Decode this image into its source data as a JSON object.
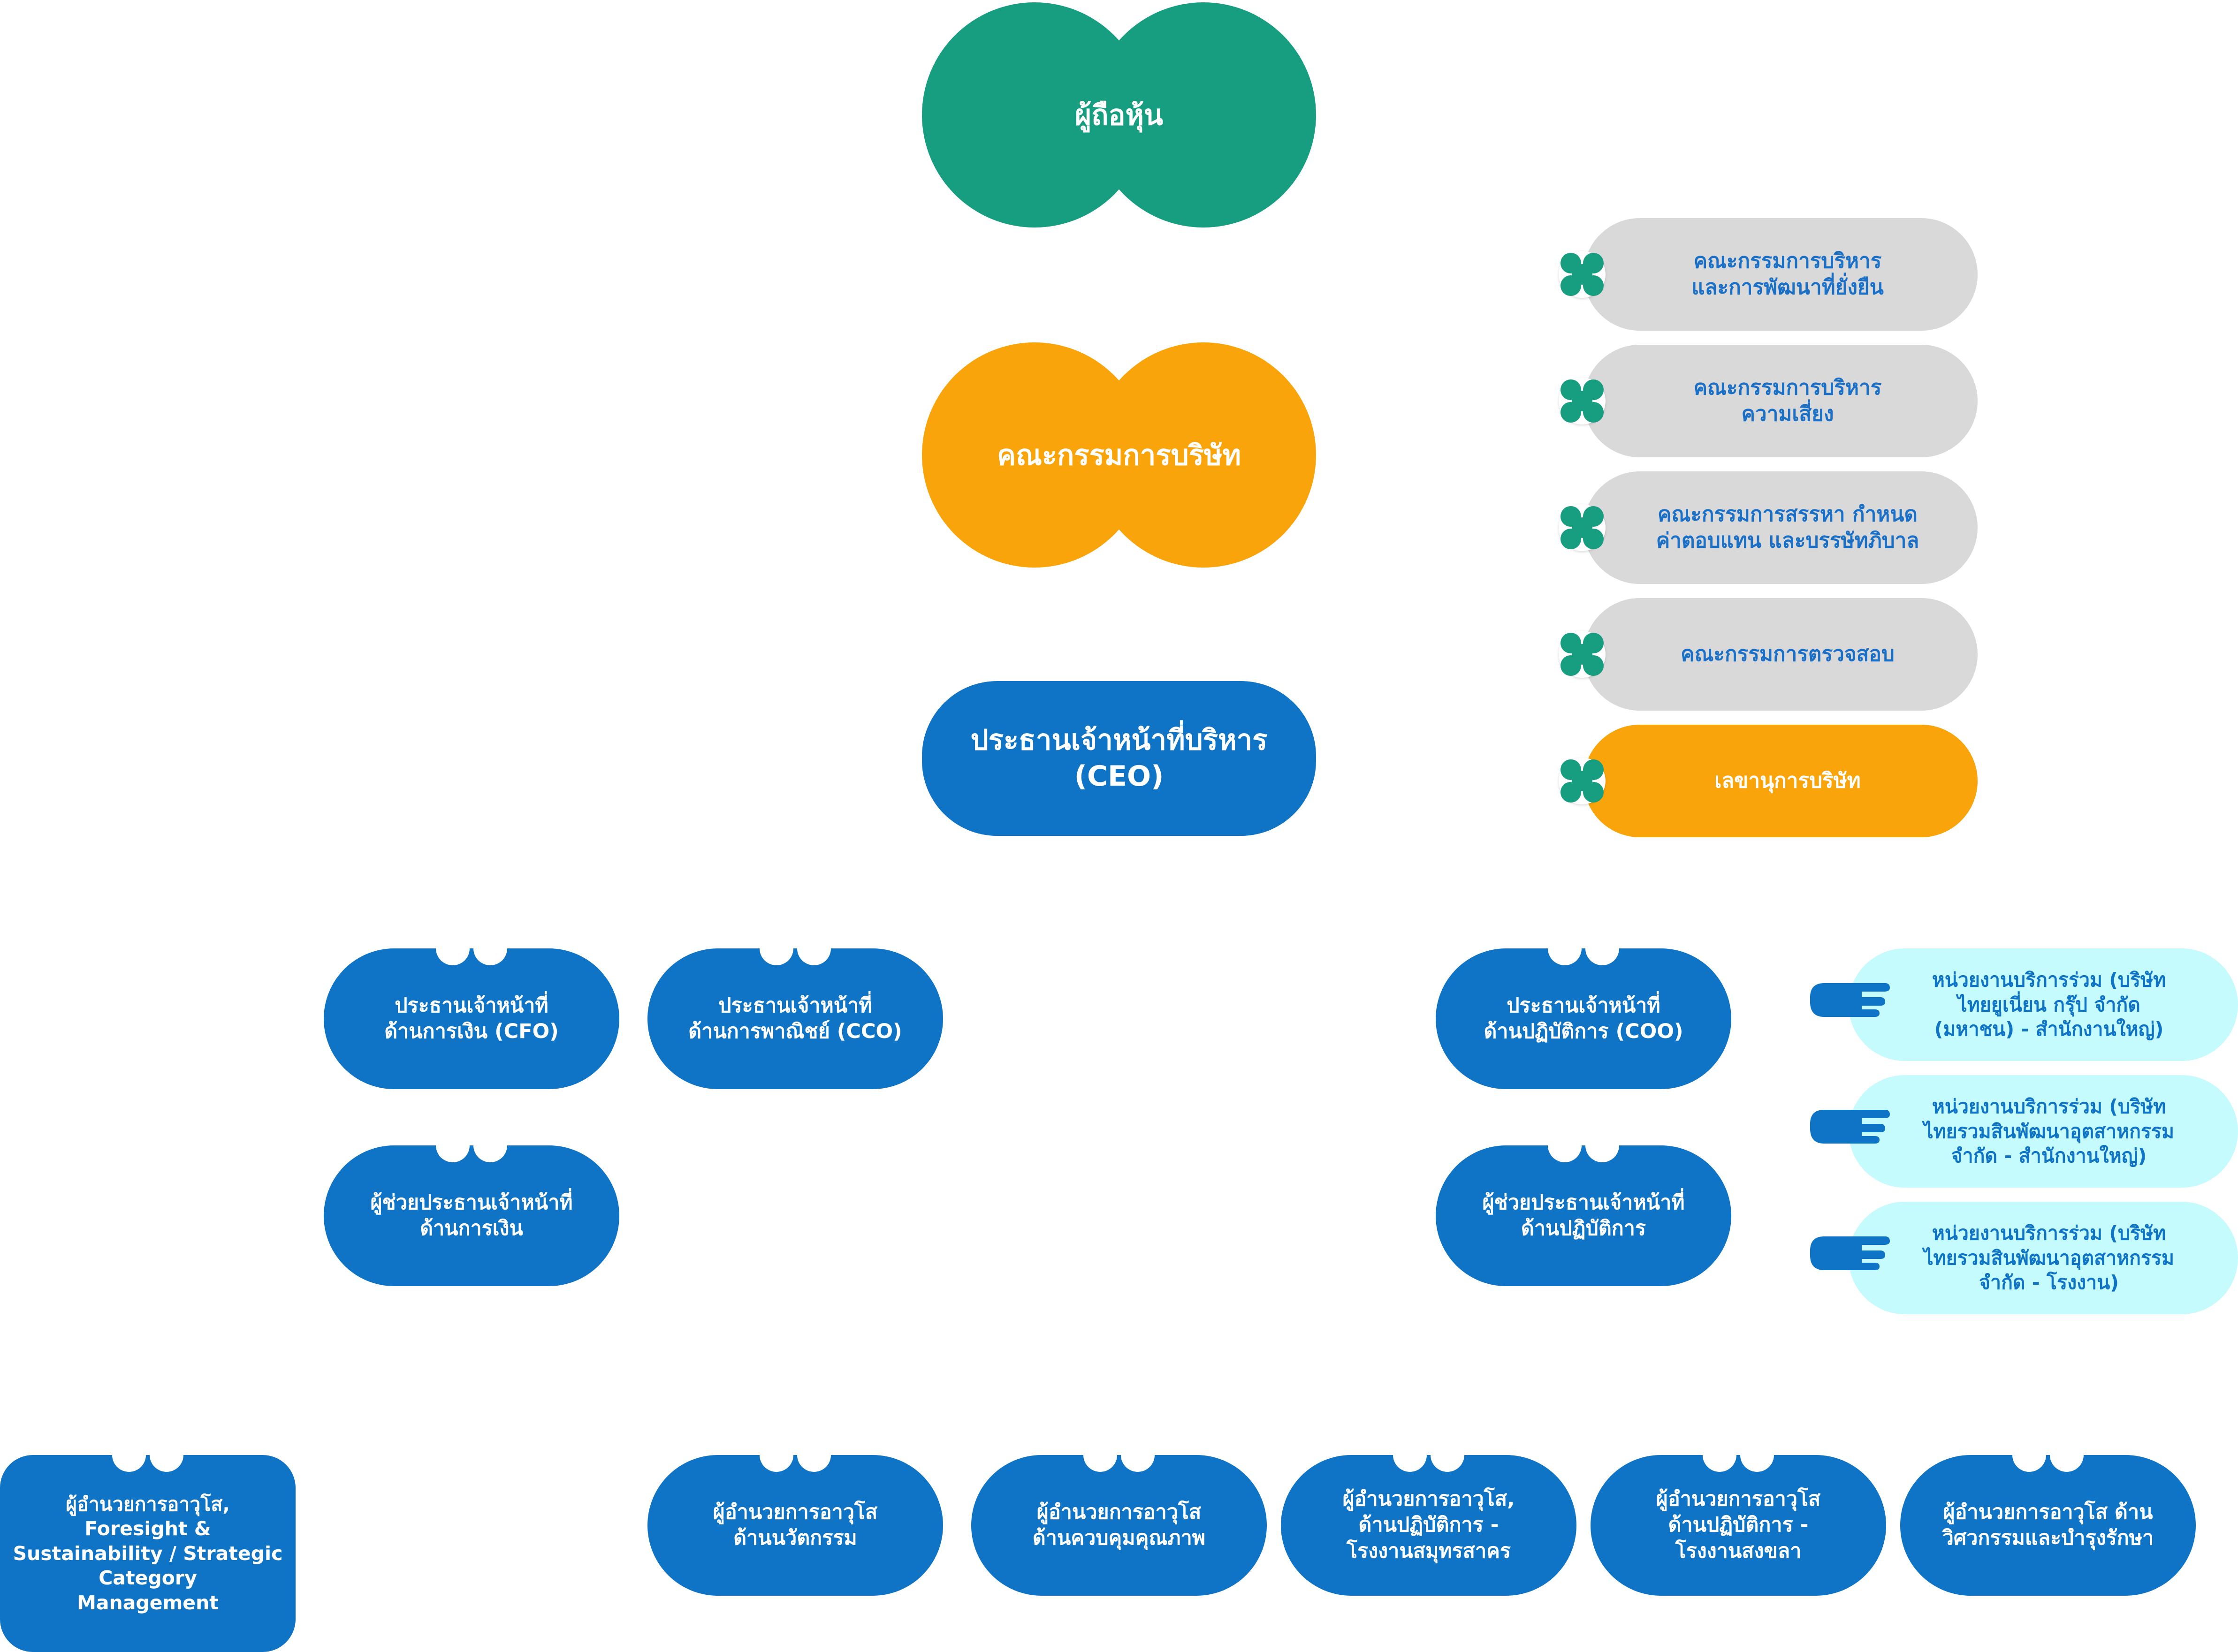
{
  "colors": {
    "shareholders": "#179e80",
    "board": "#f9a40a",
    "executive_blue": "#0f73c6",
    "committee_gray": "#d9d9d9",
    "committee_text": "#1a6fc7",
    "secretary_gold": "#f9a40a",
    "shared_services_cyan": "#c6fbfd"
  },
  "top": {
    "shareholders": "ผู้ถือหุ้น",
    "board": "คณะกรรมการบริษัท",
    "ceo": "ประธานเจ้าหน้าที่บริหาร\n(CEO)"
  },
  "committees": [
    {
      "label": "คณะกรรมการบริหาร\nและการพัฒนาที่ยั่งยืน",
      "icon": "clover-icon"
    },
    {
      "label": "คณะกรรมการบริหาร\nความเสี่ยง",
      "icon": "clover-icon"
    },
    {
      "label": "คณะกรรมการสรรหา กำหนด\nค่าตอบแทน และบรรษัทภิบาล",
      "icon": "clover-icon"
    },
    {
      "label": "คณะกรรมการตรวจสอบ",
      "icon": "clover-icon"
    },
    {
      "label": "เลขานุการบริษัท",
      "icon": "clover-icon"
    }
  ],
  "chiefs": {
    "cfo": "ประธานเจ้าหน้าที่\nด้านการเงิน (CFO)",
    "cco": "ประธานเจ้าหน้าที่\nด้านการพาณิชย์ (CCO)",
    "coo": "ประธานเจ้าหน้าที่\nด้านปฏิบัติการ (COO)",
    "asst_cfo": "ผู้ช่วยประธานเจ้าหน้าที่\nด้านการเงิน",
    "asst_coo": "ผู้ช่วยประธานเจ้าหน้าที่\nด้านปฏิบัติการ"
  },
  "shared_services": [
    {
      "label": "หน่วยงานบริการร่วม (บริษัท\nไทยยูเนี่ยน กรุ๊ป จำกัด\n(มหาชน) - สำนักงานใหญ่)",
      "icon": "pointing-hand-icon"
    },
    {
      "label": "หน่วยงานบริการร่วม (บริษัท\nไทยรวมสินพัฒนาอุตสาหกรรม\nจำกัด - สำนักงานใหญ่)",
      "icon": "pointing-hand-icon"
    },
    {
      "label": "หน่วยงานบริการร่วม (บริษัท\nไทยรวมสินพัฒนาอุตสาหกรรม\nจำกัด - โรงงาน)",
      "icon": "pointing-hand-icon"
    }
  ],
  "directors": [
    "ผู้อำนวยการอาวุโส,\nForesight &\nSustainability / Strategic\nCategory\nManagement",
    "ผู้อำนวยการอาวุโส\nด้านนวัตกรรม",
    "ผู้อำนวยการอาวุโส\nด้านควบคุมคุณภาพ",
    "ผู้อำนวยการอาวุโส,\nด้านปฏิบัติการ -\nโรงงานสมุทรสาคร",
    "ผู้อำนวยการอาวุโส\nด้านปฏิบัติการ -\nโรงงานสงขลา",
    "ผู้อำนวยการอาวุโส ด้าน\nวิศวกรรมและบำรุงรักษา"
  ]
}
